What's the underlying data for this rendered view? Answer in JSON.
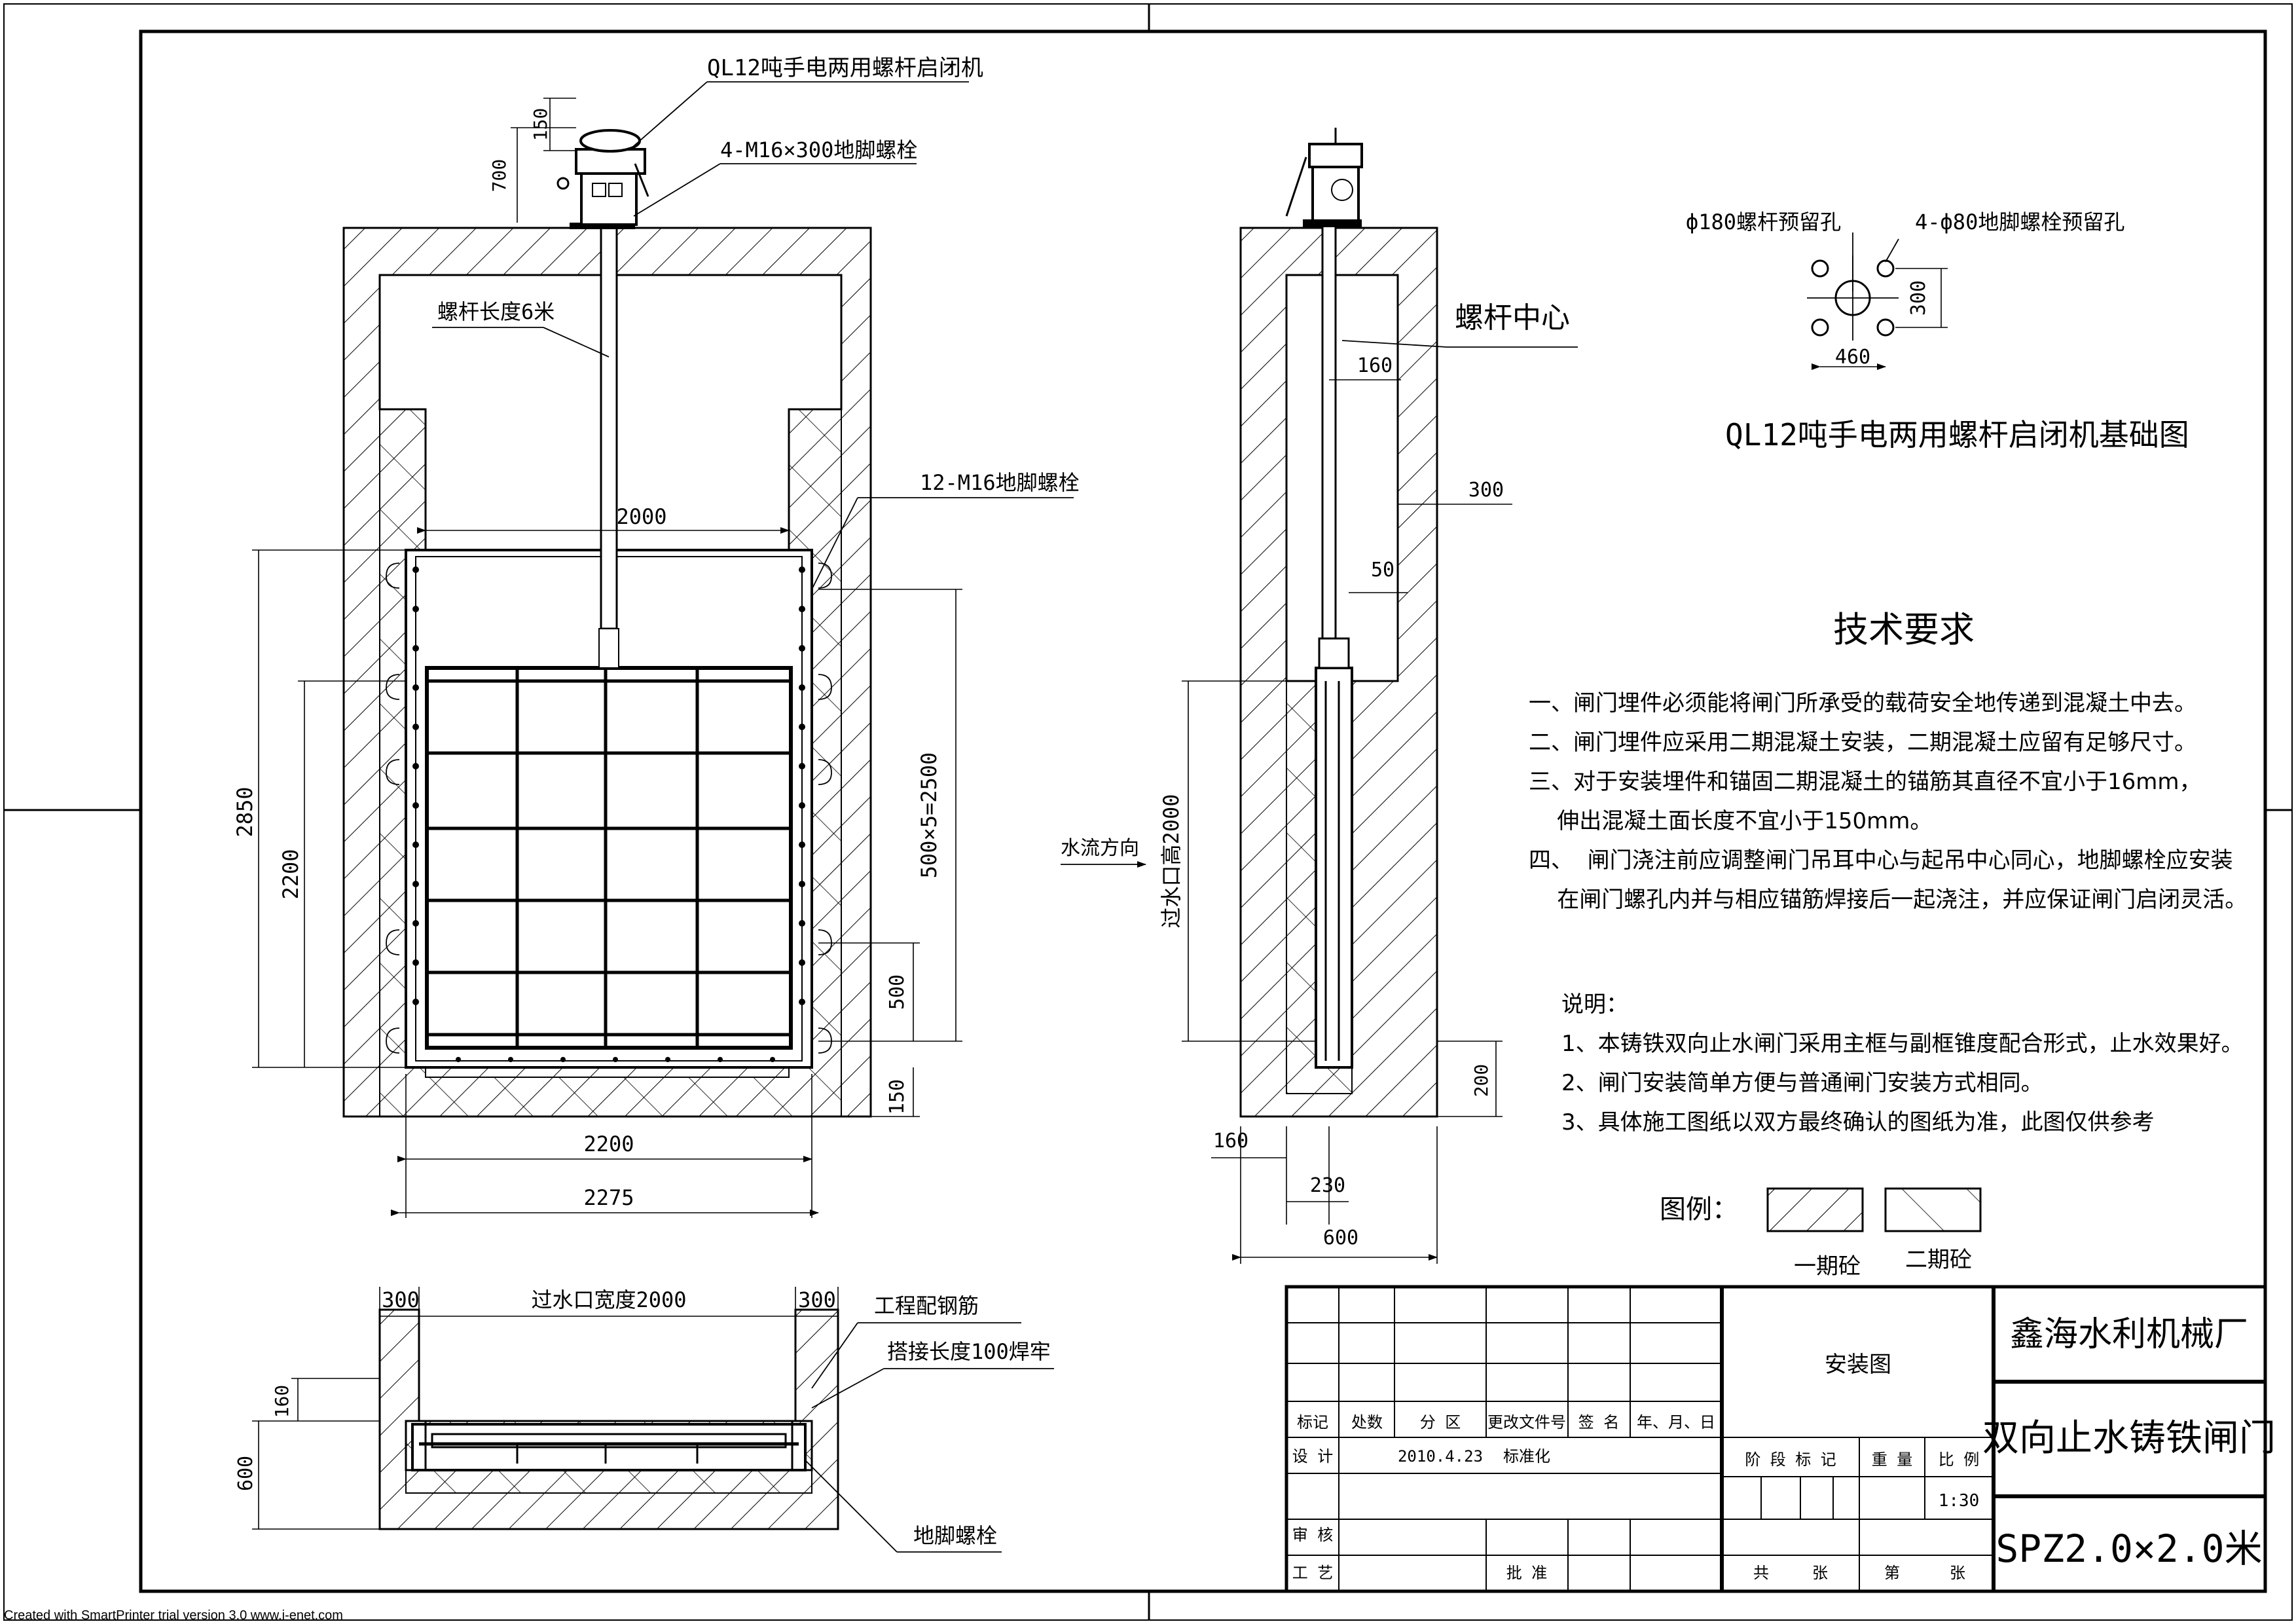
{
  "front_view": {
    "hoist_label": "QL12吨手电两用螺杆启闭机",
    "anchor_bolt_top": "4-M16×300地脚螺栓",
    "screw_length": "螺杆长度6米",
    "side_bolts": "12-M16地脚螺栓",
    "dim_150_top": "150",
    "dim_700": "700",
    "dim_2000": "2000",
    "dim_2850": "2850",
    "dim_2200_v": "2200",
    "dim_500x5": "500×5=2500",
    "dim_500": "500",
    "dim_150_bot": "150",
    "dim_2200_h": "2200",
    "dim_2275": "2275"
  },
  "plan_view": {
    "dim_300_left": "300",
    "opening_width": "过水口宽度2000",
    "dim_300_right": "300",
    "rebar": "工程配钢筋",
    "lap_weld": "搭接长度100焊牢",
    "dim_160": "160",
    "dim_600": "600",
    "foot_bolt": "地脚螺栓"
  },
  "side_view": {
    "screw_center": "螺杆中心",
    "dim_160_top": "160",
    "dim_300": "300",
    "dim_50": "50",
    "flow_direction": "水流方向",
    "opening_height": "过水口高2000",
    "dim_200": "200",
    "dim_160_bot": "160",
    "dim_230": "230",
    "dim_600": "600"
  },
  "foundation": {
    "hole_label": "ф180螺杆预留孔",
    "bolt_hole_label": "4-ф80地脚螺栓预留孔",
    "dim_300": "300",
    "dim_460": "460",
    "title": "QL12吨手电两用螺杆启闭机基础图"
  },
  "tech_req": {
    "title": "技术要求",
    "lines": [
      "一、闸门埋件必须能将闸门所承受的载荷安全地传递到混凝土中去。",
      "二、闸门埋件应采用二期混凝土安装，二期混凝土应留有足够尺寸。",
      "三、对于安装埋件和锚固二期混凝土的锚筋其直径不宜小于16mm，",
      "    伸出混凝土面长度不宜小于150mm。",
      "四、  闸门浇注前应调整闸门吊耳中心与起吊中心同心，地脚螺栓应安装",
      "    在闸门螺孔内并与相应锚筋焊接后一起浇注，并应保证闸门启闭灵活。"
    ]
  },
  "notes": {
    "title": "说明：",
    "lines": [
      "1、本铸铁双向止水闸门采用主框与副框锥度配合形式，止水效果好。",
      "2、闸门安装简单方便与普通闸门安装方式相同。",
      "3、具体施工图纸以双方最终确认的图纸为准，此图仅供参考"
    ]
  },
  "legend": {
    "title": "图例：",
    "first": "一期砼",
    "second": "二期砼"
  },
  "title_block": {
    "drawing_name": "安装图",
    "company": "鑫海水利机械厂",
    "product": "双向止水铸铁闸门",
    "model": "SPZ2.0×2.0米",
    "h_mark": "标记",
    "h_count": "处数",
    "h_zone": "分 区",
    "h_doc": "更改文件号",
    "h_sign": "签 名",
    "h_date": "年、月、日",
    "design": "设 计",
    "date": "2010.4.23",
    "standard": "标准化",
    "stage": "阶 段 标 记",
    "weight": "重 量",
    "ratio": "比 例",
    "scale": "1:30",
    "review": "审 核",
    "process": "工 艺",
    "approve": "批 准",
    "total": "共",
    "sheet": "张",
    "page": "第",
    "sheet2": "张"
  },
  "footer": "Created with SmartPrinter trial version 3.0  www.i-enet.com"
}
